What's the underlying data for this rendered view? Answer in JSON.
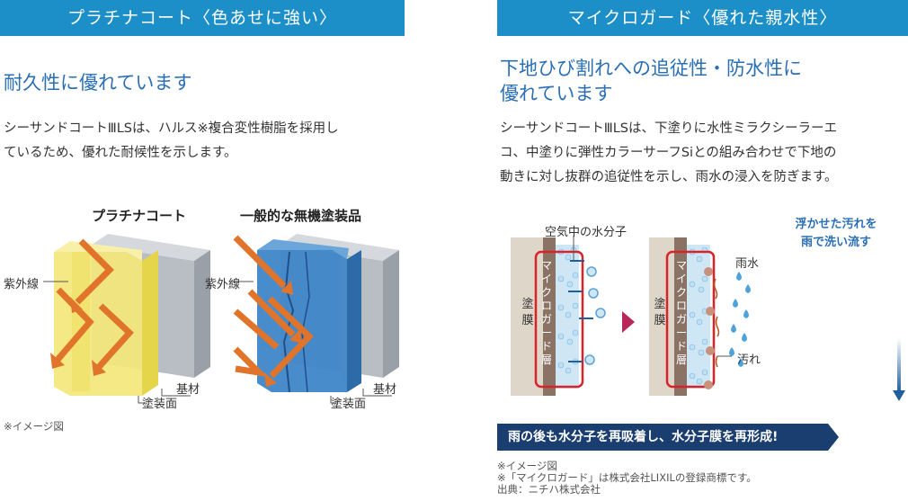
{
  "left": {
    "header": "プラチナコート〈色あせに強い〉",
    "heading": "耐久性に優れています",
    "body_lines": [
      "シーサンドコートⅢLSは、ハルス※複合変性樹脂を採用し",
      "ているため、優れた耐候性を示します。"
    ],
    "diagram": {
      "title_left": "プラチナコート",
      "title_right": "一般的な無機塗装品",
      "uv_label_1": "紫外線",
      "uv_label_2": "紫外線",
      "base_label_1": "基材",
      "coat_label_1": "塗装面",
      "base_label_2": "基材",
      "coat_label_2": "塗装面"
    },
    "note": "※イメージ図"
  },
  "right": {
    "header": "マイクロガード〈優れた親水性〉",
    "heading_lines": [
      "下地ひび割れへの追従性・防水性に",
      "優れています"
    ],
    "body_lines": [
      "シーサンドコートⅢLSは、下塗りに水性ミラクシーラーエ",
      "コ、中塗りに弾性カラーサーフSiとの組み合わせで下地の",
      "動きに対し抜群の追従性を示し、雨水の浸入を防ぎます。"
    ],
    "diagram": {
      "air_water_label": "空気中の水分子",
      "film_label_1": "塗膜",
      "layer_label_1": "マイクロガード層",
      "film_label_2": "塗膜",
      "layer_label_2": "マイクロガード層",
      "rain_label": "雨水",
      "dirt_label": "汚れ",
      "hint_lines": [
        "浮かせた汚れを",
        "雨で洗い流す"
      ]
    },
    "banner": "雨の後も水分子を再吸着し、水分子膜を再形成!",
    "notes": [
      "※イメージ図",
      "※「マイクロガード」は株式会社LIXILの登録商標です。",
      "出典：ニチハ株式会社"
    ]
  },
  "colors": {
    "header_bg": "#1c8fc9",
    "heading": "#2a6fb4",
    "banner_bg": "#1a3e6f",
    "uv_arrow": "#e0742a",
    "coat_yellow": "#f3e77a",
    "coat_blue": "#3f86c8",
    "layer_red": "#d8232a"
  }
}
